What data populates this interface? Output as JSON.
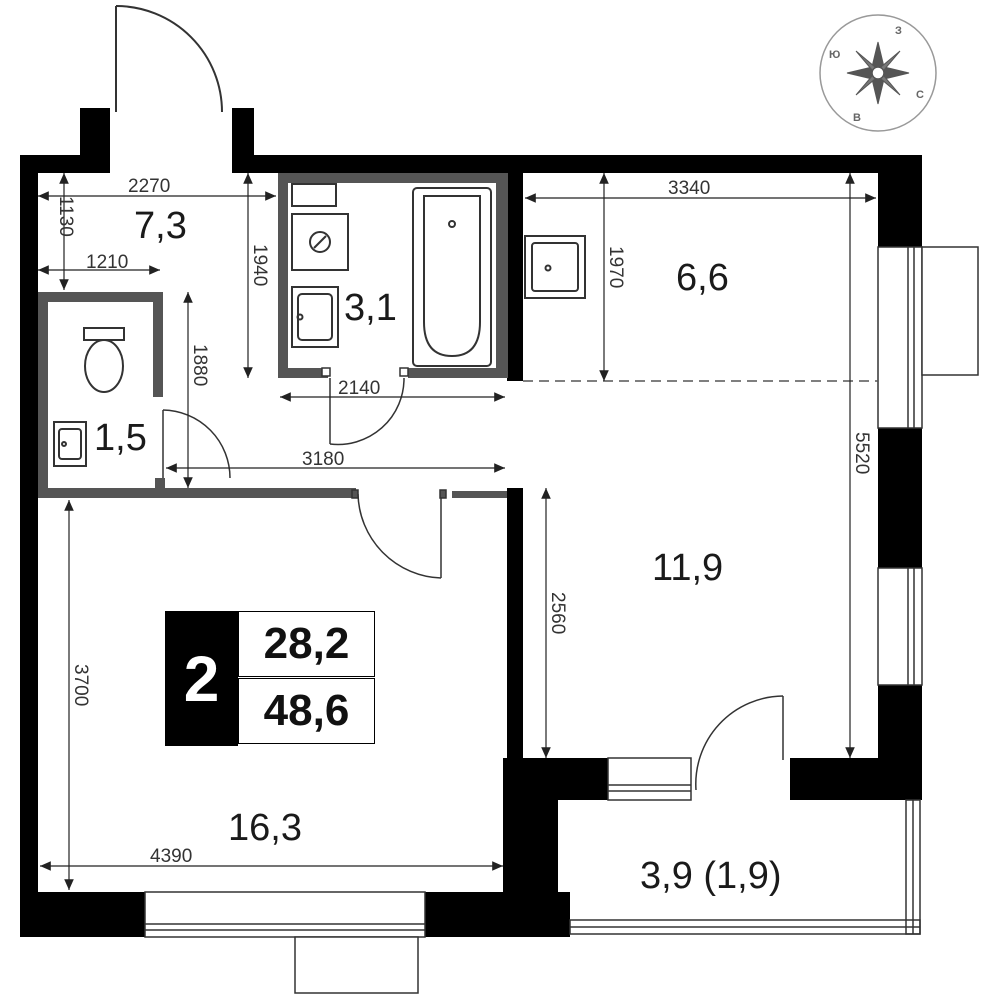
{
  "rooms": {
    "hall": "7,3",
    "bathroom": "3,1",
    "kitchen_niche": "6,6",
    "wc": "1,5",
    "living_kitchen": "11,9",
    "bedroom": "16,3",
    "loggia": "3,9 (1,9)"
  },
  "dimensions": {
    "d2270": "2270",
    "d1130": "1130",
    "d1210": "1210",
    "d1940": "1940",
    "d1880": "1880",
    "d2140": "2140",
    "d3180": "3180",
    "d3340": "3340",
    "d1970": "1970",
    "d5520": "5520",
    "d2560": "2560",
    "d3700": "3700",
    "d4390": "4390"
  },
  "summary": {
    "room_count": "2",
    "living_area": "28,2",
    "total_area": "48,6"
  },
  "compass": {
    "north": "З",
    "east": "С",
    "south": "В",
    "west": "Ю"
  },
  "colors": {
    "wall": "#000000",
    "partition": "#555555",
    "text": "#1a1a1a"
  }
}
